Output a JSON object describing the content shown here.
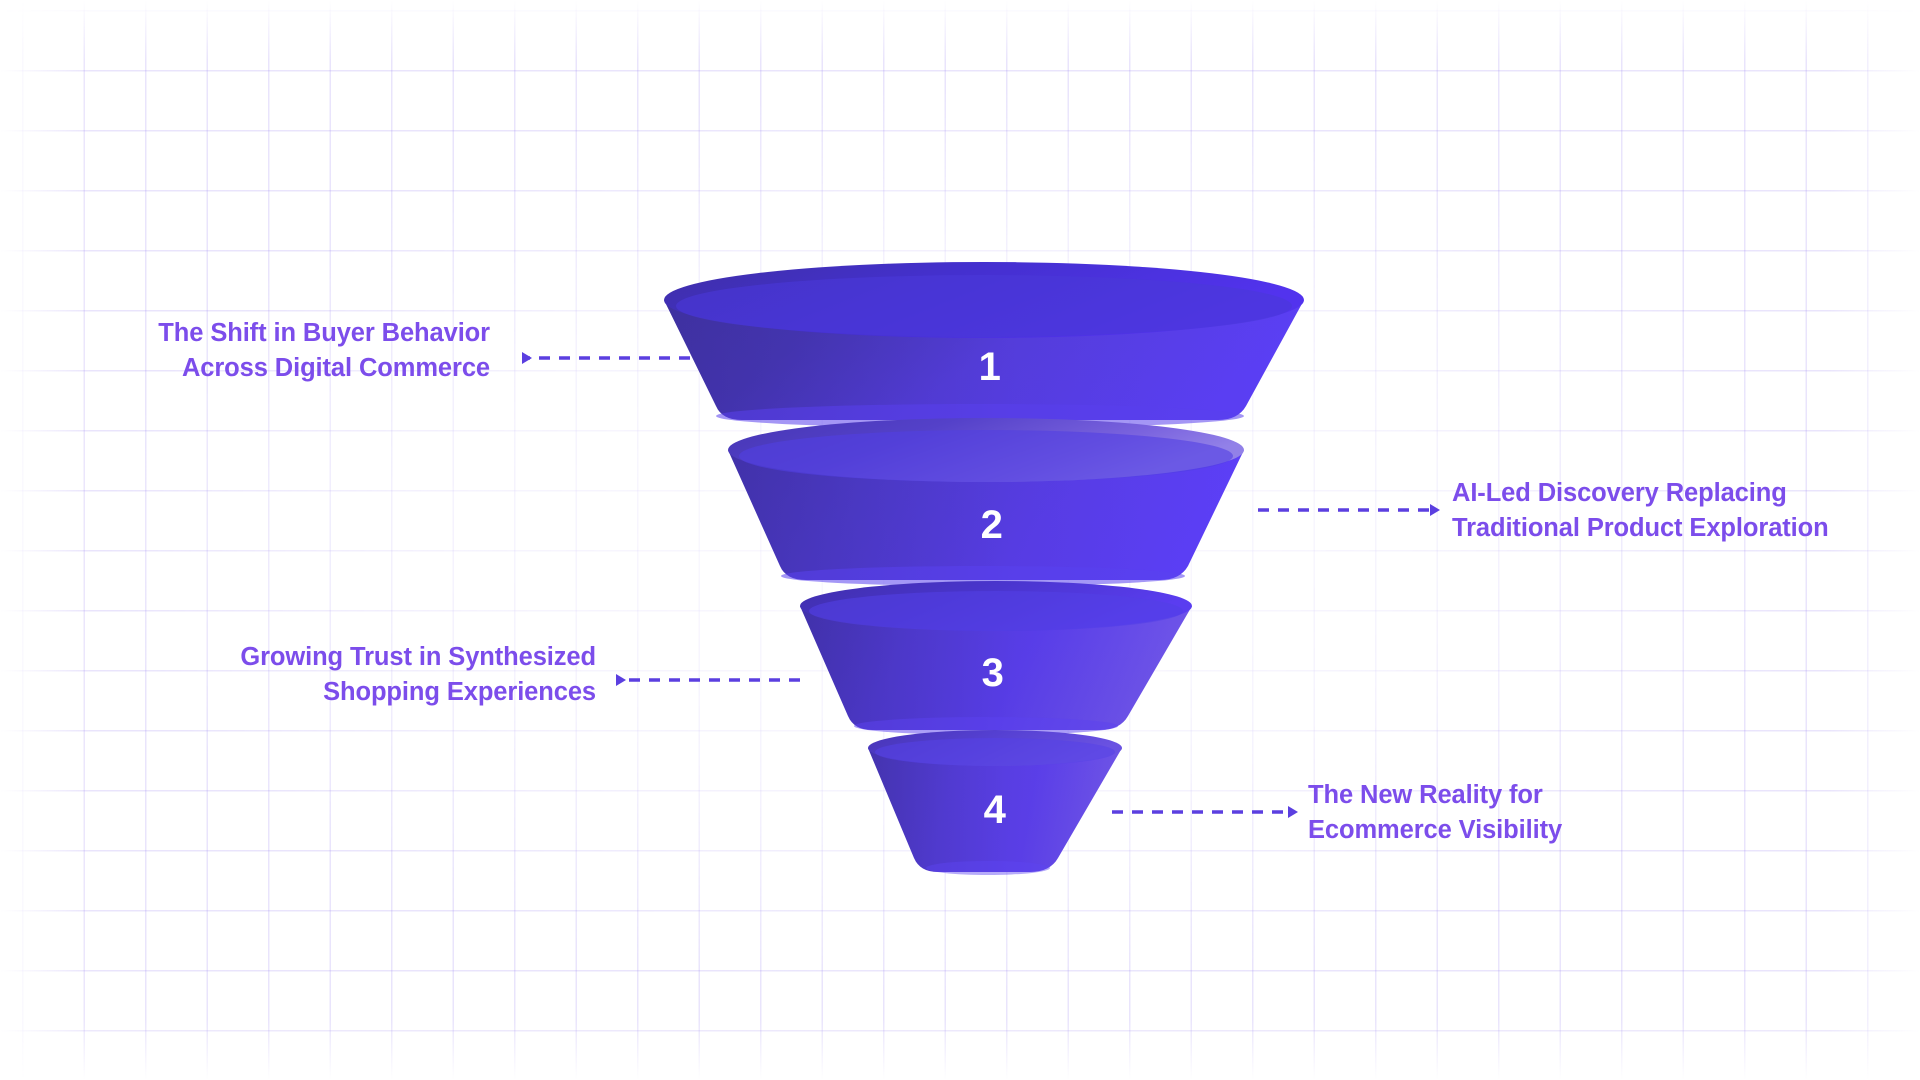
{
  "diagram": {
    "type": "funnel",
    "title": "",
    "accent_color": "#7C4DEB",
    "segment_colors": {
      "body_dark": "#4A35B8",
      "body_bright": "#5B3FF0",
      "top_ellipse_dark": "#3F2FA8",
      "top_ellipse_light": "#8A73E8"
    },
    "background": "#FFFFFF",
    "grid_color": "#EDE9FB"
  },
  "segments": [
    {
      "number": "1",
      "label": "The Shift in Buyer Behavior\nAcross Digital Commerce",
      "label_side": "left"
    },
    {
      "number": "2",
      "label": "AI-Led Discovery Replacing\nTraditional Product Exploration",
      "label_side": "right"
    },
    {
      "number": "3",
      "label": "Growing Trust in Synthesized\nShopping Experiences",
      "label_side": "left"
    },
    {
      "number": "4",
      "label": "The New Reality for\nEcommerce Visibility",
      "label_side": "right"
    }
  ],
  "connectors": [
    {
      "name": "connector-1",
      "direction": "left",
      "style": "dashed"
    },
    {
      "name": "connector-2",
      "direction": "right",
      "style": "dashed"
    },
    {
      "name": "connector-3",
      "direction": "left",
      "style": "dashed"
    },
    {
      "name": "connector-4",
      "direction": "right",
      "style": "dashed"
    }
  ]
}
